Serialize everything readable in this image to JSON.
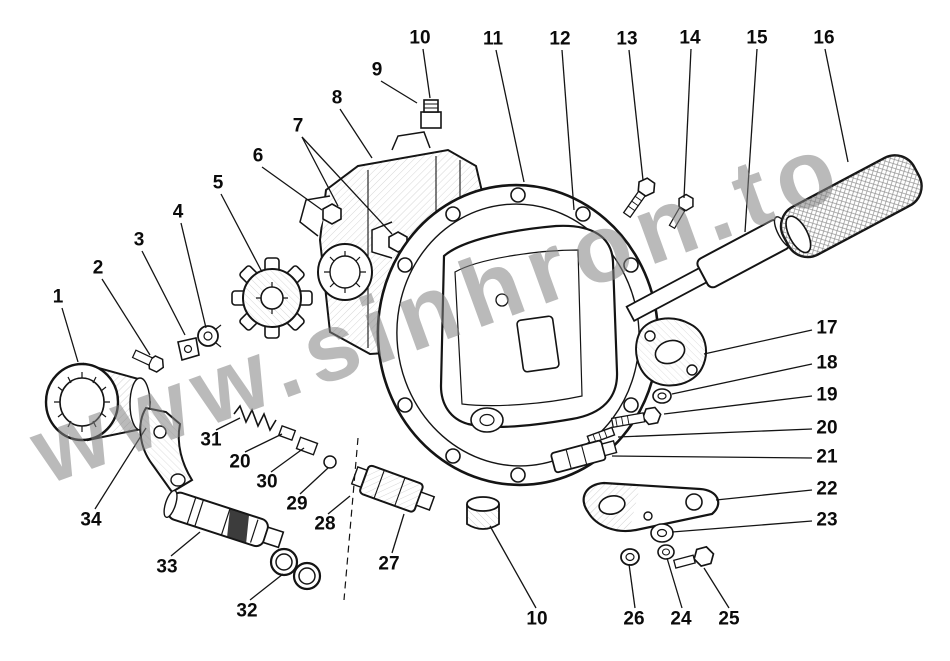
{
  "colors": {
    "background": "#ffffff",
    "line": "#141414",
    "watermark": "#828282"
  },
  "watermark": {
    "text": "www.sinhron.to"
  },
  "callouts": [
    "1",
    "2",
    "3",
    "4",
    "5",
    "6",
    "7",
    "8",
    "9",
    "10",
    "11",
    "12",
    "13",
    "14",
    "15",
    "16",
    "17",
    "18",
    "19",
    "20",
    "21",
    "22",
    "23",
    "31",
    "20",
    "30",
    "29",
    "28",
    "27",
    "34",
    "33",
    "32",
    "10",
    "26",
    "24",
    "25"
  ]
}
